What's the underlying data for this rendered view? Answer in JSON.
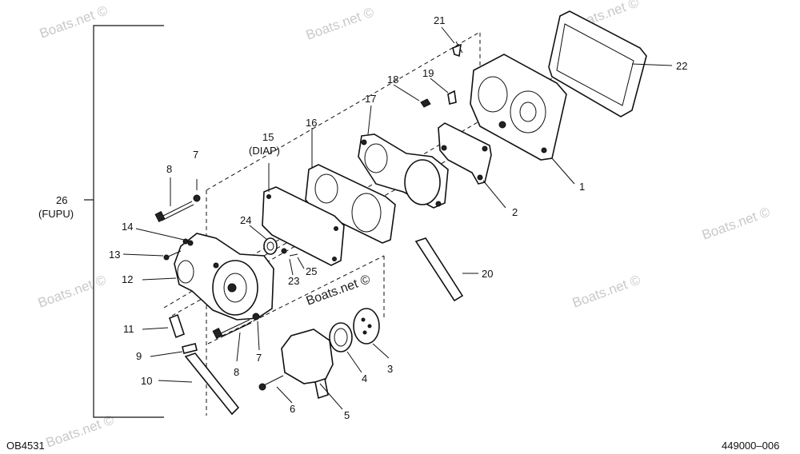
{
  "watermarks": [
    "Boats.net ©",
    "Boats.net ©",
    "Boats.net ©",
    "Boats.net ©",
    "Boats.net ©",
    "Boats.net ©",
    "Boats.net ©"
  ],
  "center_watermark": "Boats.net ©",
  "footer": {
    "left_code": "OB4531",
    "right_code": "449000–006"
  },
  "callouts": {
    "n1": "1",
    "n2": "2",
    "n3": "3",
    "n4": "4",
    "n5": "5",
    "n6": "6",
    "n7a": "7",
    "n7b": "7",
    "n8a": "8",
    "n8b": "8",
    "n9": "9",
    "n10": "10",
    "n11": "11",
    "n12": "12",
    "n13": "13",
    "n14": "14",
    "n15": "15",
    "n15_sub": "(DIAP)",
    "n16": "16",
    "n17": "17",
    "n18": "18",
    "n19": "19",
    "n20": "20",
    "n21": "21",
    "n22": "22",
    "n23": "23",
    "n24": "24",
    "n25": "25",
    "n26": "26",
    "n26_sub": "(FUPU)"
  }
}
